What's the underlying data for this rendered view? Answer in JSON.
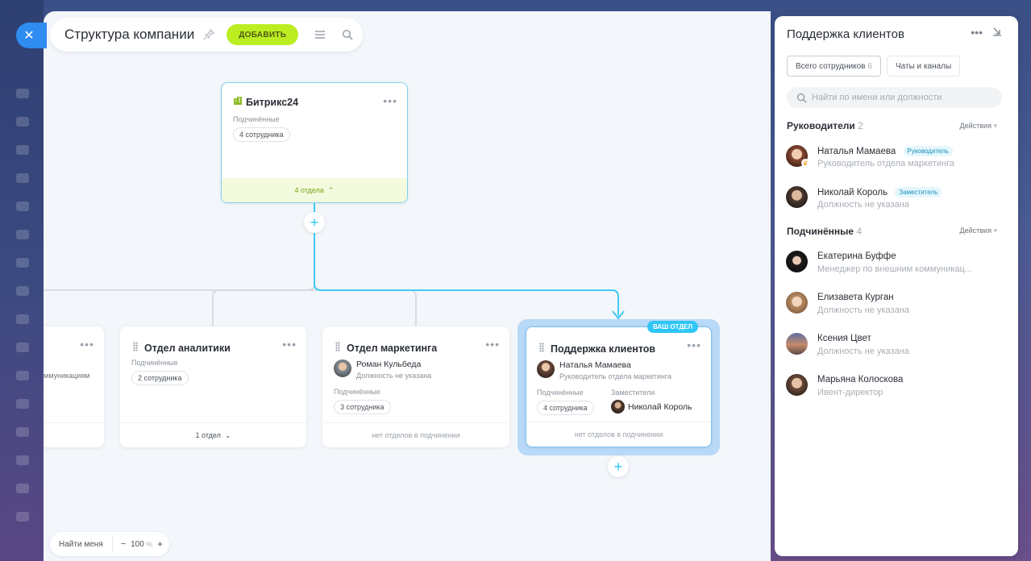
{
  "app": {
    "title": "Структура компании",
    "add_label": "ДОБАВИТЬ"
  },
  "root_card": {
    "name": "Битрикс24",
    "sub_label": "Подчинённые",
    "employees": "4 сотрудника",
    "footer": "4 отдела"
  },
  "departments": [
    {
      "name": "Отдел аналитики",
      "sub_label": "Подчинённые",
      "employees": "2 сотрудника",
      "footer": "1 отдел"
    },
    {
      "name": "Отдел маркетинга",
      "head_name": "Роман Кульбеда",
      "head_role": "Должность не указана",
      "sub_label": "Подчинённые",
      "employees": "3 сотрудника",
      "footer": "нет отделов в подчинении"
    },
    {
      "name": "Поддержка клиентов",
      "badge": "ВАШ ОТДЕЛ",
      "head_name": "Наталья Мамаева",
      "head_role": "Руководитель отдела маркетинга",
      "sub_label": "Подчинённые",
      "employees": "4 сотрудника",
      "deputies_label": "Заместители",
      "deputy_name": "Николай Король",
      "footer": "нет отделов в подчинении"
    }
  ],
  "left_partial_card": {
    "text": "ммуникациям"
  },
  "zoom": {
    "find_me": "Найти меня",
    "minus": "−",
    "value": "100",
    "unit": "%",
    "plus": "+"
  },
  "panel": {
    "title": "Поддержка клиентов",
    "tabs": [
      {
        "label": "Всего сотрудников",
        "count": "6"
      },
      {
        "label": "Чаты и каналы",
        "count": ""
      }
    ],
    "search_placeholder": "Найти по имени или должности",
    "heads_section": {
      "title": "Руководители",
      "count": "2",
      "actions": "Действия"
    },
    "heads": [
      {
        "name": "Наталья Мамаева",
        "badge": "Руководитель",
        "role": "Руководитель отдела маркетинга"
      },
      {
        "name": "Николай Король",
        "badge": "Заместитель",
        "role": "Должность не указана"
      }
    ],
    "subs_section": {
      "title": "Подчинённые",
      "count": "4",
      "actions": "Действия"
    },
    "subordinates": [
      {
        "name": "Екатерина Буффе",
        "role": "Менеджер по внешним коммуникац..."
      },
      {
        "name": "Елизавета Курган",
        "role": "Должность не указана"
      },
      {
        "name": "Ксения Цвет",
        "role": "Должность не указана"
      },
      {
        "name": "Марьяна Колоскова",
        "role": "Ивент-директор"
      }
    ]
  },
  "colors": {
    "accent": "#2fc6f6",
    "add_button": "#bbed21",
    "selected_outline": "#b8d9f7"
  }
}
